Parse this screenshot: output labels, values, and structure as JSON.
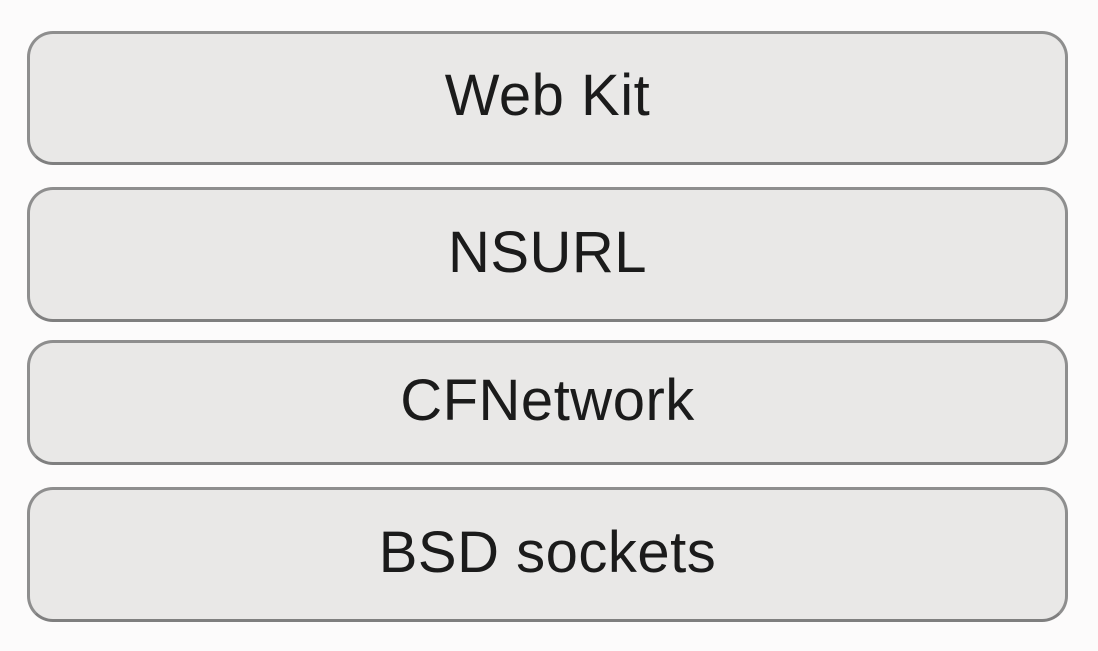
{
  "diagram": {
    "type": "layer-stack",
    "layers": [
      {
        "label": "Web Kit"
      },
      {
        "label": "NSURL"
      },
      {
        "label": "CFNetwork"
      },
      {
        "label": "BSD sockets"
      }
    ],
    "colors": {
      "background": "#fcfbfb",
      "box_fill": "#e9e8e7",
      "box_border": "#8e8e8e",
      "box_border_bottom": "#7f7f7f",
      "text": "#1b1b1b"
    }
  }
}
